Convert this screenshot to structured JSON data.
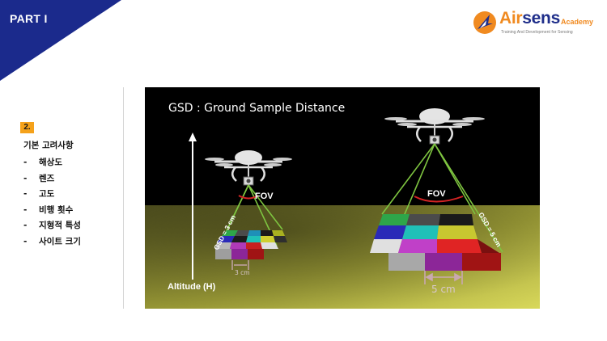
{
  "header": {
    "section_label": "PART I"
  },
  "logo": {
    "word_a": "Air",
    "word_b": "sens",
    "suffix": "Academy",
    "tagline": "Training And Development for Sensing"
  },
  "sidebar": {
    "badge": "2.",
    "title": "기본 고려사항",
    "items": [
      {
        "dash": "-",
        "label": "해상도"
      },
      {
        "dash": "-",
        "label": "렌즈"
      },
      {
        "dash": "-",
        "label": "고도"
      },
      {
        "dash": "-",
        "label": "비행 횟수"
      },
      {
        "dash": "-",
        "label": "지형적 특성"
      },
      {
        "dash": "-",
        "label": "사이트 크기"
      }
    ]
  },
  "figure": {
    "title": "GSD : Ground Sample Distance",
    "axis_label": "Altitude (H)",
    "fov_left": "FOV",
    "fov_right": "FOV",
    "gsd_left": "GSD = 3 cm",
    "gsd_right": "GSD = 5 cm",
    "scale_left": "3 cm",
    "scale_right": "5 cm"
  },
  "colors": {
    "corner": "#1b2a8c",
    "badge": "#f5a21b",
    "logo_orange": "#f08a20",
    "logo_blue": "#1f2e8a",
    "beam": "#7ec440",
    "arc": "#d42424"
  }
}
